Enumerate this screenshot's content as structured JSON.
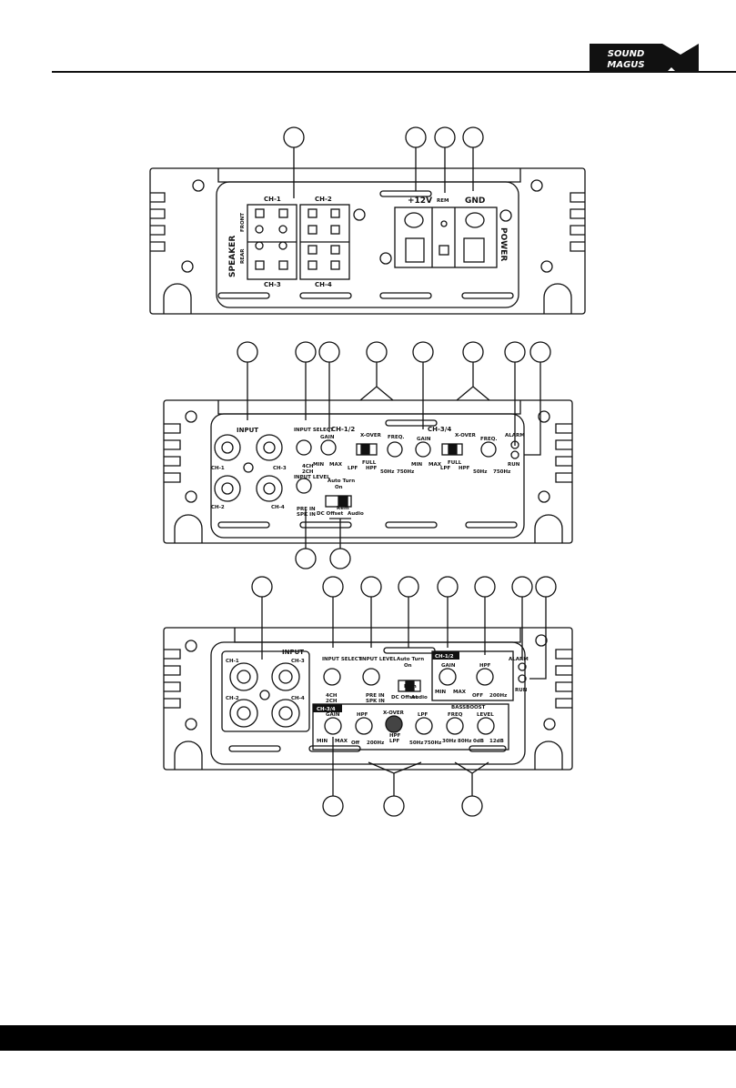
{
  "brand": {
    "line1": "SOUND",
    "line2": "MAGUS"
  },
  "amp1": {
    "ch1": "CH-1",
    "ch2": "CH-2",
    "ch3": "CH-3",
    "ch4": "CH-4",
    "speaker": "SPEAKER",
    "front": "FRONT",
    "rear": "REAR",
    "v12": "+12V",
    "rem": "REM",
    "gnd": "GND",
    "power": "POWER"
  },
  "amp2": {
    "input": "INPUT",
    "input_select": "INPUT SELECT",
    "ch4": "4CH",
    "ch2mode": "2CH",
    "ch12": "CH-1/2",
    "ch34": "CH-3/4",
    "gain": "GAIN",
    "min": "MIN",
    "max": "MAX",
    "xover": "X-OVER",
    "freq": "FREQ.",
    "full": "FULL",
    "lpf": "LPF",
    "hpf": "HPF",
    "f50": "50Hz",
    "f750": "750Hz",
    "alarm": "ALARM",
    "run": "RUN",
    "ch1": "CH-1",
    "ch2": "CH-2",
    "ch3": "CH-3",
    "ch4label": "CH-4",
    "input_level": "INPUT LEVEL",
    "pre_in": "PRE IN",
    "spk_in": "SPK IN",
    "auto_turn": "Auto Turn",
    "on": "On",
    "dc_offset": "DC Offset",
    "rem": "Rem",
    "audio": "Audio"
  },
  "amp3": {
    "input": "INPUT",
    "ch1": "CH-1",
    "ch2": "CH-2",
    "ch3": "CH-3",
    "ch4": "CH-4",
    "input_select": "INPUT SELECT",
    "mode4": "4CH",
    "mode2": "2CH",
    "input_level": "INPUT LEVEL",
    "pre_in": "PRE IN",
    "spk_in": "SPK IN",
    "auto_turn": "Auto Turn",
    "on": "On",
    "rem": "Rem",
    "dc_offset": "DC Offset",
    "audio": "Audio",
    "ch12": "CH-1/2",
    "gain": "GAIN",
    "min": "MIN",
    "max": "MAX",
    "hpf": "HPF",
    "off": "OFF",
    "f200": "200Hz",
    "alarm": "ALARM",
    "run": "RUN",
    "ch34": "CH-3/4",
    "gain2": "GAIN",
    "min2": "MIN",
    "max2": "MAX",
    "hpf2": "HPF",
    "off2": "Off",
    "f200b": "200Hz",
    "xover": "X-OVER",
    "hpf_opt": "HPF",
    "lpf_opt": "LPF",
    "lpf": "LPF",
    "f50": "50Hz",
    "f750": "750Hz",
    "bassboost": "BASSBOOST",
    "freq": "FREQ",
    "f30": "30Hz",
    "f80": "80Hz",
    "level": "LEVEL",
    "db0": "0dB",
    "db12": "12dB"
  }
}
